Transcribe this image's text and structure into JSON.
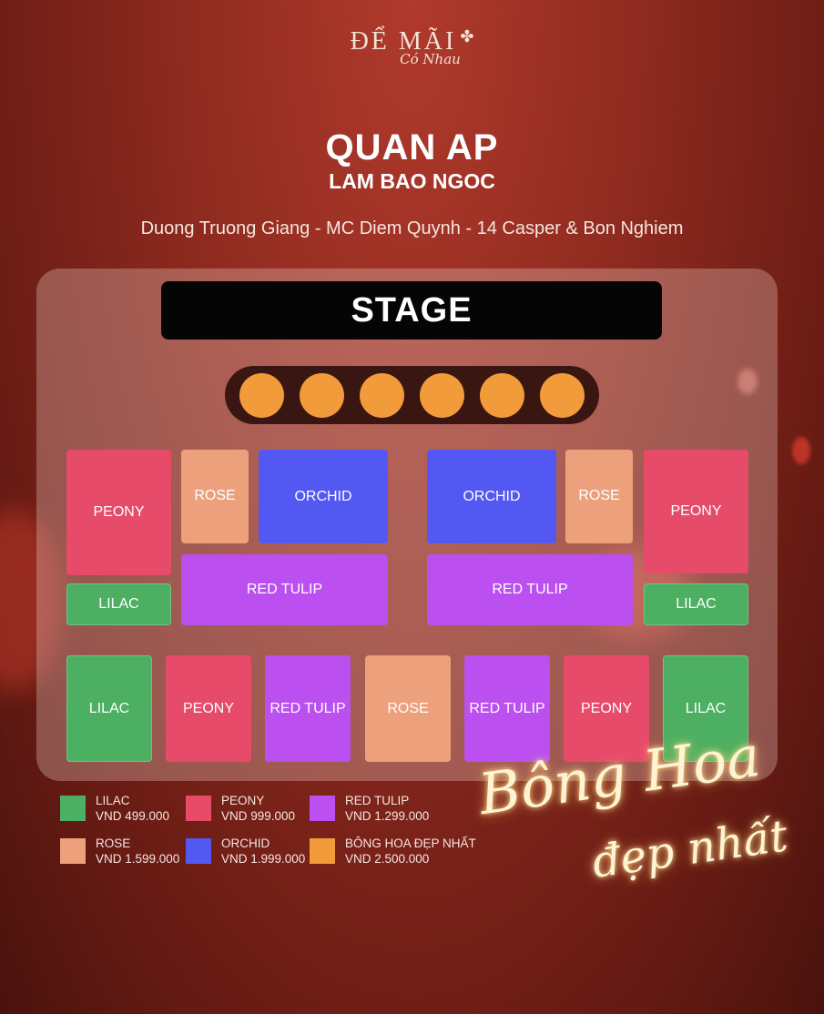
{
  "logo": {
    "main": "ĐỂ MÃI",
    "mark": "✤",
    "sub": "Có Nhau"
  },
  "title": "QUAN AP",
  "subtitle": "LAM BAO NGOC",
  "artists": "Duong Truong Giang - MC Diem Quynh - 14 Casper & Bon Nghiem",
  "stage_label": "STAGE",
  "vip_seat_count": 6,
  "sections": {
    "left_peony": "PEONY",
    "left_rose": "ROSE",
    "left_orchid": "ORCHID",
    "left_lilac": "LILAC",
    "left_tulip": "RED TULIP",
    "right_orchid": "ORCHID",
    "right_rose": "ROSE",
    "right_peony": "PEONY",
    "right_tulip": "RED TULIP",
    "right_lilac": "LILAC",
    "bottom": [
      "LILAC",
      "PEONY",
      "RED TULIP",
      "ROSE",
      "RED TULIP",
      "PEONY",
      "LILAC"
    ]
  },
  "legend": [
    {
      "name": "LILAC",
      "price": "VND 499.000",
      "color": "#4caf62"
    },
    {
      "name": "PEONY",
      "price": "VND 999.000",
      "color": "#e64b6a"
    },
    {
      "name": "RED TULIP",
      "price": "VND 1.299.000",
      "color": "#bb4ff0"
    },
    {
      "name": "ROSE",
      "price": "VND 1.599.000",
      "color": "#eda07c"
    },
    {
      "name": "ORCHID",
      "price": "VND 1.999.000",
      "color": "#5358f2"
    },
    {
      "name": "BÔNG HOA ĐẸP NHẤT",
      "price": "VND 2.500.000",
      "color": "#f29b3a"
    }
  ],
  "script_text": {
    "line1": "Bông Hoa",
    "line2": "đẹp nhất"
  }
}
